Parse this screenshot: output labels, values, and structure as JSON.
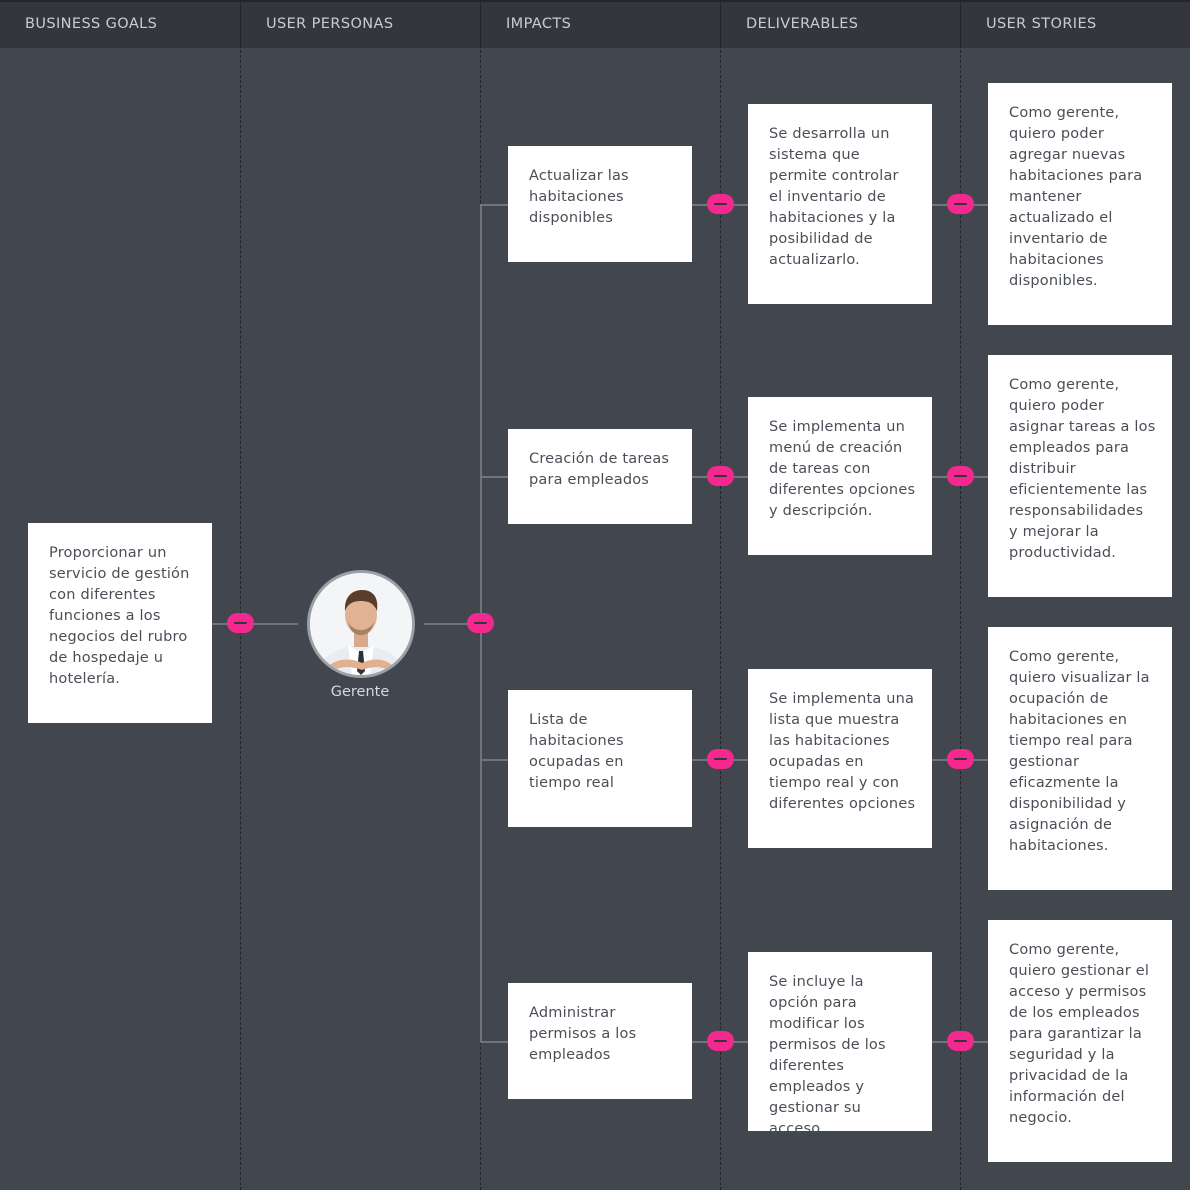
{
  "columns": [
    "BUSINESS GOALS",
    "USER PERSONAS",
    "IMPACTS",
    "DELIVERABLES",
    "USER STORIES"
  ],
  "business_goal": "Proporcionar un servicio de gestión con diferentes funciones a los negocios del rubro de hospedaje u hotelería.",
  "persona": {
    "name": "Gerente",
    "icon": "user-avatar"
  },
  "impacts": [
    "Actualizar las habitaciones disponibles",
    "Creación de tareas para empleados",
    "Lista de habitaciones ocupadas en tiempo real",
    "Administrar permisos a los empleados"
  ],
  "deliverables": [
    "Se desarrolla un sistema que permite controlar el inventario de habitaciones y la posibilidad de actualizarlo.",
    "Se implementa un menú de creación de tareas con diferentes opciones y descripción.",
    "Se implementa una lista que muestra las habitaciones ocupadas en tiempo real y con diferentes opciones",
    "Se incluye la opción para modificar los permisos de los diferentes empleados y gestionar su acceso"
  ],
  "user_stories": [
    "Como gerente, quiero poder agregar nuevas habitaciones para mantener actualizado el inventario de habitaciones disponibles.",
    "Como gerente, quiero poder asignar tareas a los empleados para distribuir eficientemente las responsabilidades y mejorar la productividad.",
    "Como gerente, quiero visualizar la ocupación de habitaciones en tiempo real para gestionar eficazmente la disponibilidad y asignación de habitaciones.",
    "Como gerente, quiero gestionar el acceso y permisos de los empleados para garantizar la seguridad y la privacidad de la información del negocio."
  ],
  "colors": {
    "background": "#42464e",
    "header": "#33363d",
    "card": "#ffffff",
    "toggle": "#f5288f",
    "connector": "#70747c"
  }
}
